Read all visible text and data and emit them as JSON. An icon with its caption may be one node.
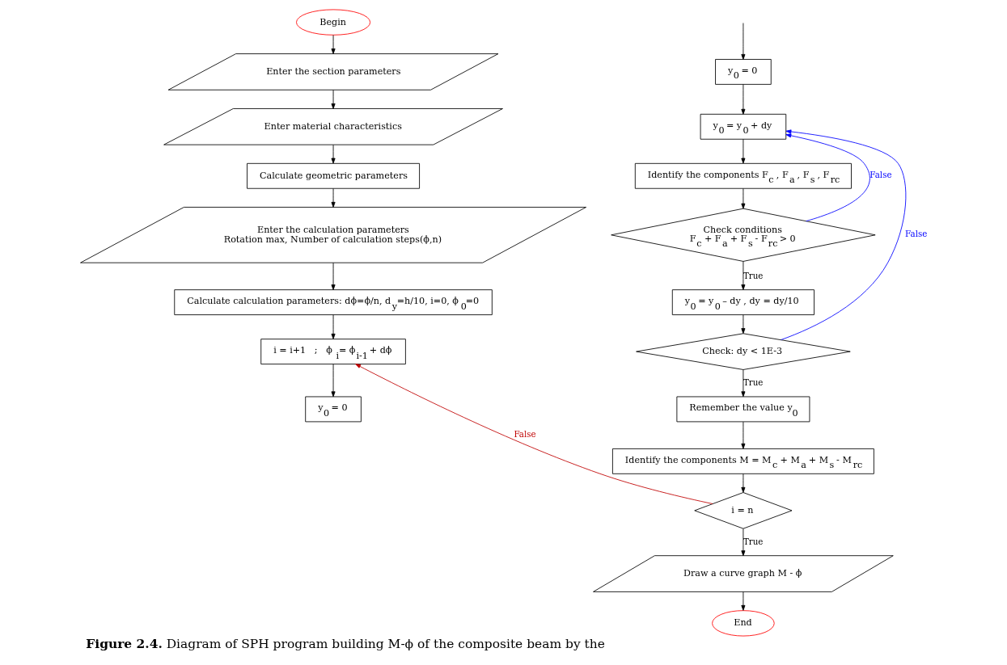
{
  "diagram": {
    "caption": "**Figure 2.4.** Diagram of SPH program building M-ϕ of the composite beam by the",
    "nodes": [
      {
        "text": [
          "Begin"
        ]
      },
      {
        "text": [
          "Enter the section parameters"
        ]
      },
      {
        "text": [
          "Enter material characteristics"
        ]
      },
      {
        "text": [
          "Calculate geometric parameters"
        ]
      },
      {
        "text": [
          "Enter the calculation parameters",
          "Rotation max, Number of calculation steps(ϕ,n)"
        ]
      },
      {
        "text": [
          "Calculate calculation parameters: dϕ=ϕ/n, d$_{y}$=h/10, i=0, ϕ$_{0}$=0"
        ]
      },
      {
        "text": [
          "i = i+1   ;   ϕ$_{i}$= ϕ$_{i-1}$ + dϕ"
        ]
      },
      {
        "text": [
          "y$_{0}$ = 0"
        ]
      },
      {
        "text": [
          "y$_{0}$ = 0"
        ]
      },
      {
        "text": [
          "y$_{0}$ = y$_{0}$ + dy"
        ]
      },
      {
        "text": [
          "Identify the components F$_{c}$ , F$_{a}$ , F$_{s}$ , F$_{rc}$"
        ]
      },
      {
        "text": [
          "Check conditions",
          "F$_{c}$ + F$_{a}$ + F$_{s}$ - F$_{rc}$ > 0"
        ]
      },
      {
        "text": [
          "y$_{0}$ = y$_{0}$ – dy , dy = dy/10"
        ]
      },
      {
        "text": [
          "Check: dy < 1E-3"
        ]
      },
      {
        "text": [
          "Remember the value y$_{0}$"
        ]
      },
      {
        "text": [
          "Identify the components M = M$_{c}$ + M$_{a}$ + M$_{s}$ - M$_{rc}$"
        ]
      },
      {
        "text": [
          "i = n"
        ]
      },
      {
        "text": [
          "Draw a curve graph M - ϕ"
        ]
      },
      {
        "text": [
          "End"
        ]
      }
    ],
    "edges": [
      {
        "from": 0,
        "to": 1,
        "arrow": "to"
      },
      {
        "from": 1,
        "to": 2,
        "arrow": "to"
      },
      {
        "from": 2,
        "to": 3,
        "arrow": "to"
      },
      {
        "from": 3,
        "to": 4,
        "arrow": "to"
      },
      {
        "from": 4,
        "to": 5,
        "arrow": "to"
      },
      {
        "from": 5,
        "to": 6,
        "arrow": "to"
      },
      {
        "from": 6,
        "to": 7,
        "arrow": "to"
      },
      {
        "from": null,
        "to": 8,
        "arrow": "to"
      },
      {
        "from": 8,
        "to": 9,
        "arrow": "to"
      },
      {
        "from": 9,
        "to": 10,
        "arrow": "to"
      },
      {
        "from": 10,
        "to": 11,
        "arrow": "to"
      },
      {
        "from": 11,
        "to": 9,
        "arrow": "to",
        "label": "False",
        "color": "#0000ff"
      },
      {
        "from": 11,
        "to": 12,
        "arrow": "to",
        "label": "True"
      },
      {
        "from": 12,
        "to": 13,
        "arrow": "to"
      },
      {
        "from": 13,
        "to": 9,
        "arrow": "to",
        "label": "False",
        "color": "#0000ff"
      },
      {
        "from": 13,
        "to": 14,
        "arrow": "to",
        "label": "True"
      },
      {
        "from": 14,
        "to": 15,
        "arrow": "to"
      },
      {
        "from": 15,
        "to": 16,
        "arrow": "to"
      },
      {
        "from": 16,
        "to": 6,
        "arrow": "to",
        "label": "False",
        "color": "#c00000"
      },
      {
        "from": 16,
        "to": 17,
        "arrow": "to",
        "label": "True"
      },
      {
        "from": 17,
        "to": 18,
        "arrow": "to"
      }
    ]
  }
}
